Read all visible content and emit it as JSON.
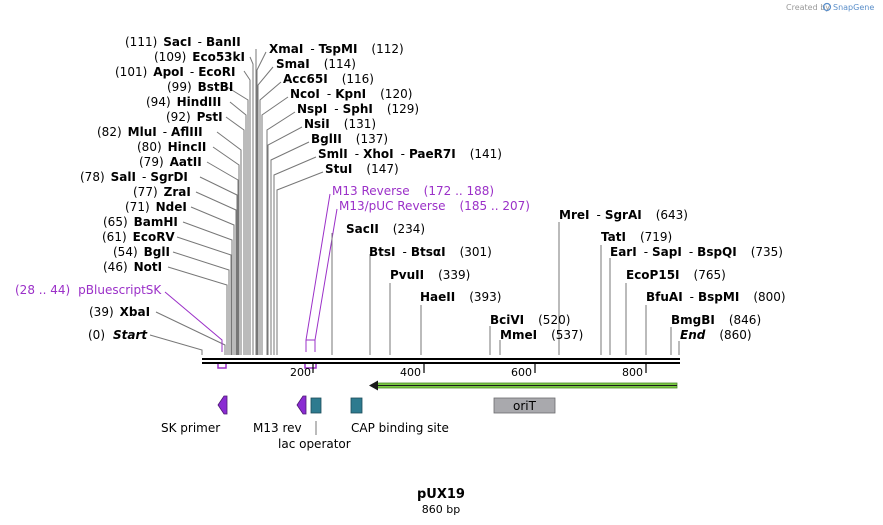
{
  "header": {
    "created_by": "Created by",
    "brand": "SnapGene"
  },
  "plasmid": {
    "name": "pUX19",
    "length_label": "860 bp"
  },
  "colors": {
    "accent": "#9b30c8",
    "feature_box": "#2e7b8f",
    "orit_box": "#a9a9ad",
    "arrow": "#7ac943"
  },
  "ruler_ticks": [
    "200",
    "400",
    "600",
    "800"
  ],
  "left_sites": [
    {
      "pos": "(111)",
      "enzyme": "SacI",
      "extra": "BanII"
    },
    {
      "pos": "(109)",
      "enzyme": "Eco53kI"
    },
    {
      "pos": "(101)",
      "enzyme": "ApoI",
      "extra": "EcoRI"
    },
    {
      "pos": "(99)",
      "enzyme": "BstBI"
    },
    {
      "pos": "(94)",
      "enzyme": "HindIII"
    },
    {
      "pos": "(92)",
      "enzyme": "PstI"
    },
    {
      "pos": "(82)",
      "enzyme": "MluI",
      "extra": "AflIII"
    },
    {
      "pos": "(80)",
      "enzyme": "HincII"
    },
    {
      "pos": "(79)",
      "enzyme": "AatII"
    },
    {
      "pos": "(78)",
      "enzyme": "SalI",
      "extra": "SgrDI"
    },
    {
      "pos": "(77)",
      "enzyme": "ZraI"
    },
    {
      "pos": "(71)",
      "enzyme": "NdeI"
    },
    {
      "pos": "(65)",
      "enzyme": "BamHI"
    },
    {
      "pos": "(61)",
      "enzyme": "EcoRV"
    },
    {
      "pos": "(54)",
      "enzyme": "BglI"
    },
    {
      "pos": "(46)",
      "enzyme": "NotI"
    },
    {
      "pos": "(39)",
      "enzyme": "XbaI"
    },
    {
      "pos": "(0)",
      "enzyme": "Start"
    }
  ],
  "primer_left": {
    "range": "(28 .. 44)",
    "name": "pBluescriptSK"
  },
  "right_sites": [
    {
      "enzyme": "XmaI",
      "extra": "TspMI",
      "pos": "(112)"
    },
    {
      "enzyme": "SmaI",
      "pos": "(114)"
    },
    {
      "enzyme": "Acc65I",
      "pos": "(116)"
    },
    {
      "enzyme": "NcoI",
      "extra": "KpnI",
      "pos": "(120)"
    },
    {
      "enzyme": "NspI",
      "extra": "SphI",
      "pos": "(129)"
    },
    {
      "enzyme": "NsiI",
      "pos": "(131)"
    },
    {
      "enzyme": "BglII",
      "pos": "(137)"
    },
    {
      "enzyme": "SmlI",
      "extra": "XhoI",
      "extra2": "PaeR7I",
      "pos": "(141)"
    },
    {
      "enzyme": "StuI",
      "pos": "(147)"
    }
  ],
  "primers_right": [
    {
      "name": "M13 Reverse",
      "range": "(172 .. 188)"
    },
    {
      "name": "M13/pUC Reverse",
      "range": "(185 .. 207)"
    }
  ],
  "mid_sites": [
    {
      "enzyme": "SacII",
      "pos": "(234)"
    },
    {
      "enzyme": "BtsI",
      "extra": "BtsαI",
      "pos": "(301)"
    },
    {
      "enzyme": "PvuII",
      "pos": "(339)"
    },
    {
      "enzyme": "HaeII",
      "pos": "(393)"
    },
    {
      "enzyme": "BciVI",
      "pos": "(520)"
    },
    {
      "enzyme": "MmeI",
      "pos": "(537)"
    }
  ],
  "far_sites": [
    {
      "enzyme": "MreI",
      "extra": "SgrAI",
      "pos": "(643)"
    },
    {
      "enzyme": "TatI",
      "pos": "(719)"
    },
    {
      "enzyme": "EarI",
      "extra": "SapI",
      "extra2": "BspQI",
      "pos": "(735)"
    },
    {
      "enzyme": "EcoP15I",
      "pos": "(765)"
    },
    {
      "enzyme": "BfuAI",
      "extra": "BspMI",
      "pos": "(800)"
    },
    {
      "enzyme": "BmgBI",
      "pos": "(846)"
    },
    {
      "enzyme": "End",
      "pos": "(860)"
    }
  ],
  "features": {
    "sk_primer": "SK primer",
    "m13_rev": "M13 rev",
    "lac_operator": "lac operator",
    "cap_site": "CAP binding site",
    "orit": "oriT"
  }
}
